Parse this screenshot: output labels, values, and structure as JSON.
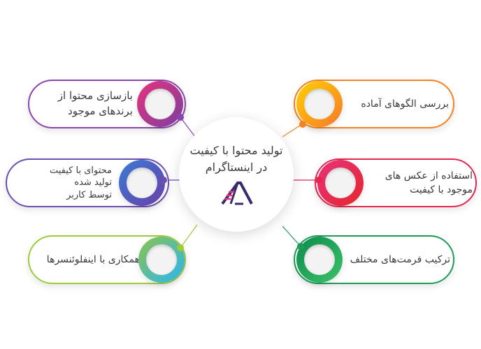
{
  "center": {
    "title_line1": "تولید محتوا با کیفیت",
    "title_line2": "در اینستاگرام",
    "logo_icon": "stairs-logo-icon"
  },
  "items": [
    {
      "id": "top-left",
      "line1": "بازسازی محتوا از",
      "line2": "برندهای موجود",
      "line3": "",
      "color_a": "#e8327c",
      "color_b": "#7b3fa0",
      "border": "#8e44ad"
    },
    {
      "id": "mid-left",
      "line1": "محتوای با کیفیت",
      "line2": "تولید شده",
      "line3": "توسط کاربر",
      "color_a": "#3a7bd5",
      "color_b": "#6a3fa8",
      "border": "#6a4fb0"
    },
    {
      "id": "bottom-left",
      "line1": "همکاری با اینفلوئنسرها",
      "line2": "",
      "line3": "",
      "color_a": "#8bc34a",
      "color_b": "#29b6f6",
      "border": "#9ccc3a"
    },
    {
      "id": "top-right",
      "line1": "بررسی الگوهای آماده",
      "line2": "",
      "line3": "",
      "color_a": "#ffd200",
      "color_b": "#f7782a",
      "border": "#f5821f"
    },
    {
      "id": "mid-right",
      "line1": "استفاده از عکس های",
      "line2": "موجود با کیفیت",
      "line3": "",
      "color_a": "#e8327c",
      "color_b": "#e5262b",
      "border": "#e5264f"
    },
    {
      "id": "bottom-right",
      "line1": "ترکیب فرمت‌های مختلف",
      "line2": "",
      "line3": "",
      "color_a": "#0b8a4c",
      "color_b": "#3cc36a",
      "border": "#1e9c57"
    }
  ]
}
